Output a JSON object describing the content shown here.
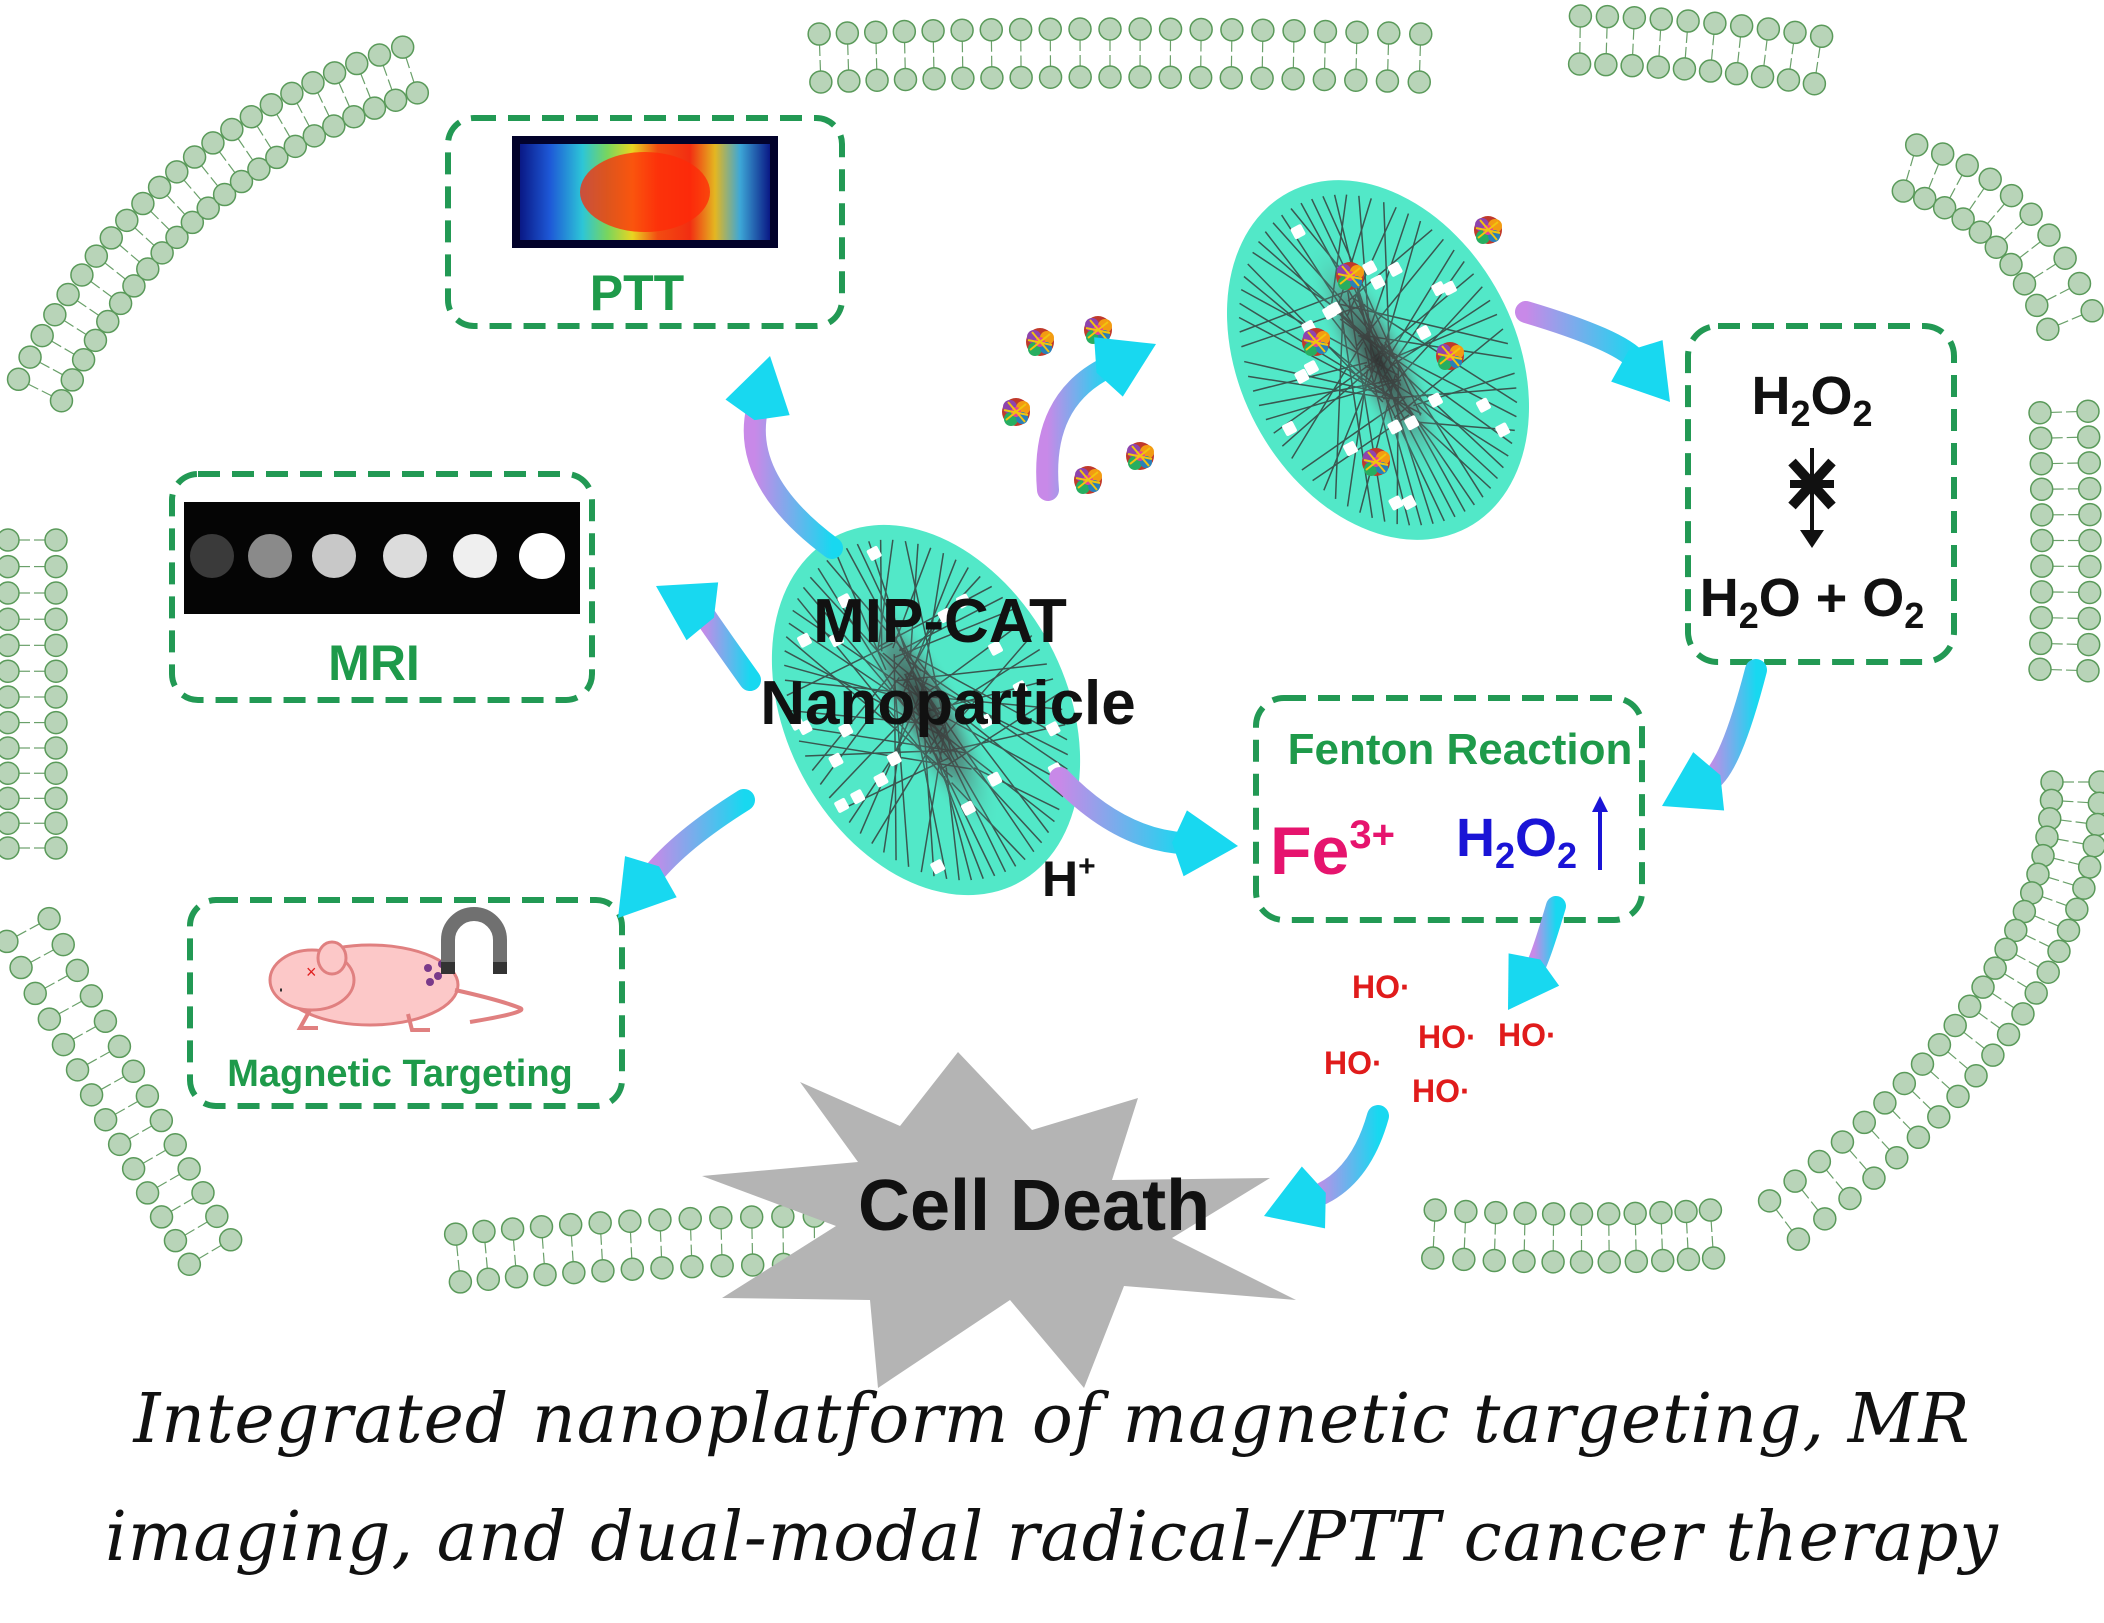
{
  "labels": {
    "ptt": "PTT",
    "mri": "MRI",
    "magnetic_targeting": "Magnetic Targeting",
    "nanoparticle_line1": "MIP-CAT",
    "nanoparticle_line2": "Nanoparticle",
    "h_plus": "H",
    "h_plus_sup": "+",
    "fenton_title": "Fenton Reaction",
    "fe_base": "Fe",
    "fe_charge": "3+",
    "h2o2_h": "H",
    "h2o2_2a": "2",
    "h2o2_o": "O",
    "h2o2_2b": "2",
    "water_h": "H",
    "water_2": "2",
    "water_rest": "O + O",
    "water_o2_sub": "2",
    "hydroxyl": "HO·",
    "cell_death": "Cell Death"
  },
  "caption": {
    "line1": "Integrated nanoplatform of magnetic targeting, MR",
    "line2": "imaging, and dual-modal radical-/PTT cancer therapy"
  },
  "colors": {
    "box_border": "#229954",
    "box_label": "#1e9a4a",
    "nanoparticle": "#52e8c8",
    "fe": "#e6146e",
    "h2o2_blue": "#1a14d6",
    "radical": "#e01b1b",
    "burst": "#b4b4b4",
    "lipid_head": "#b8d4b8",
    "arrow_start": "#c889e8",
    "arrow_end": "#18d8f0"
  }
}
